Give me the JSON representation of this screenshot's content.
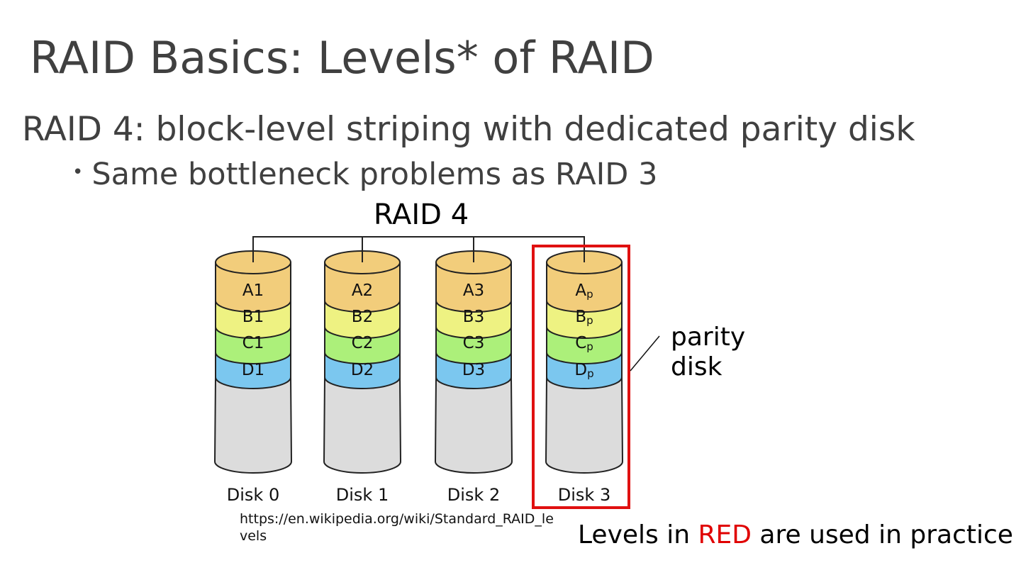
{
  "slide": {
    "title": "RAID Basics: Levels* of RAID",
    "subtitle": "RAID 4: block-level striping with dedicated parity disk",
    "bullet": "Same bottleneck problems as RAID 3",
    "source_link": "https://en.wikipedia.org/wiki/Standard_RAID_levels",
    "note": {
      "prefix": "Levels in ",
      "highlight": "RED",
      "suffix": " are used in practice"
    }
  },
  "diagram": {
    "title": "RAID 4",
    "disks": [
      {
        "label": "Disk 0",
        "blocks": [
          {
            "letter": "A",
            "sub": "1"
          },
          {
            "letter": "B",
            "sub": "1"
          },
          {
            "letter": "C",
            "sub": "1"
          },
          {
            "letter": "D",
            "sub": "1"
          }
        ]
      },
      {
        "label": "Disk 1",
        "blocks": [
          {
            "letter": "A",
            "sub": "2"
          },
          {
            "letter": "B",
            "sub": "2"
          },
          {
            "letter": "C",
            "sub": "2"
          },
          {
            "letter": "D",
            "sub": "2"
          }
        ]
      },
      {
        "label": "Disk 2",
        "blocks": [
          {
            "letter": "A",
            "sub": "3"
          },
          {
            "letter": "B",
            "sub": "3"
          },
          {
            "letter": "C",
            "sub": "3"
          },
          {
            "letter": "D",
            "sub": "3"
          }
        ]
      },
      {
        "label": "Disk 3",
        "blocks": [
          {
            "letter": "A",
            "sub": "p"
          },
          {
            "letter": "B",
            "sub": "p"
          },
          {
            "letter": "C",
            "sub": "p"
          },
          {
            "letter": "D",
            "sub": "p"
          }
        ]
      }
    ],
    "block_colors": [
      "#f2cd7b",
      "#eef282",
      "#acf07a",
      "#7bc7ef"
    ],
    "body_color": "#dcdcdc",
    "highlight_color": "#e01010",
    "parity_label_line1": "parity",
    "parity_label_line2": "disk"
  }
}
